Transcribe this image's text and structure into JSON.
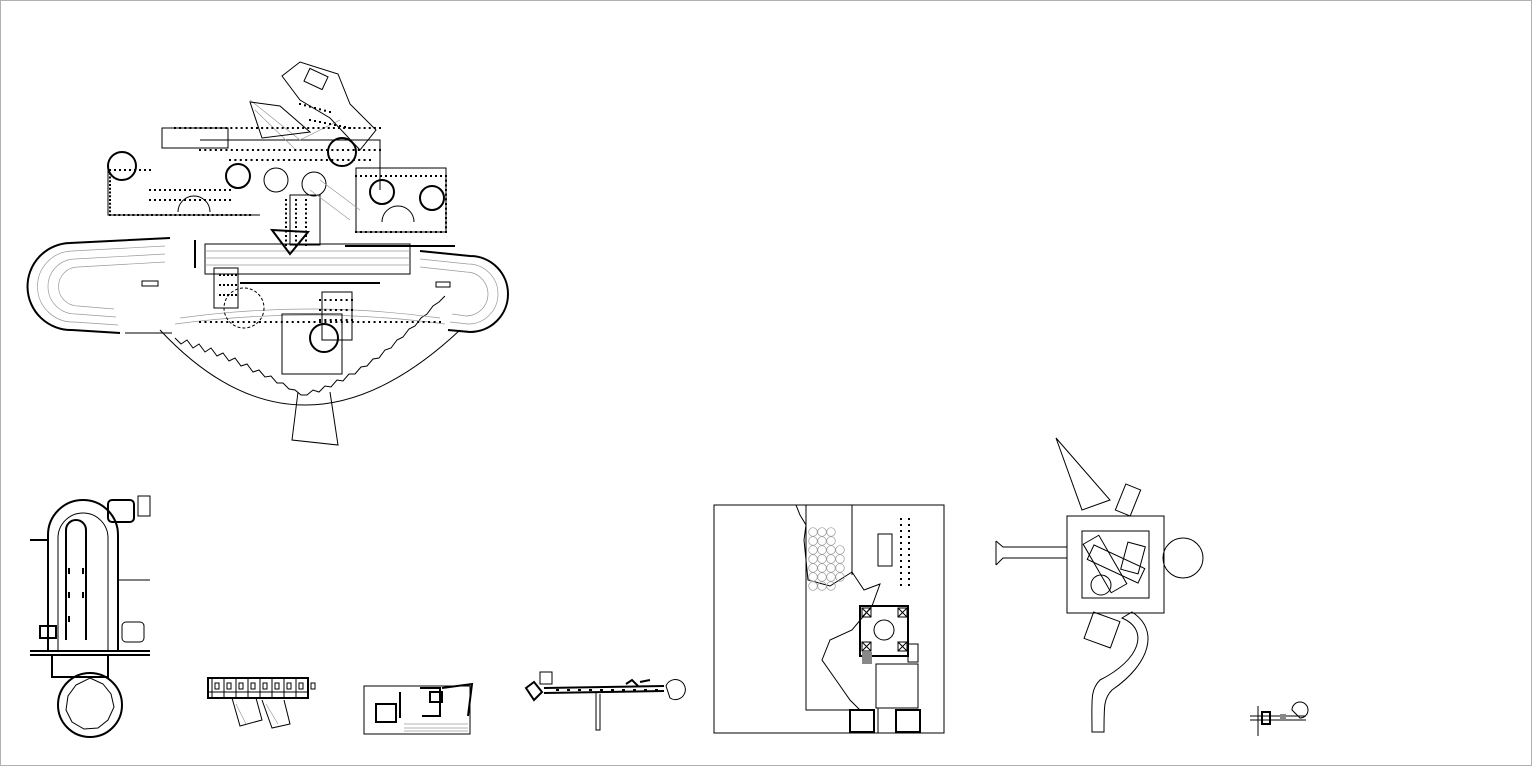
{
  "sheet": {
    "background": "#ffffff",
    "line_color": "#000000",
    "border_color": "#b0b0b0"
  },
  "drawings": [
    {
      "id": "villa-complex-plan",
      "kind": "site-plan"
    },
    {
      "id": "apsidal-basilica-plan",
      "kind": "floor-plan"
    },
    {
      "id": "row-houses-plan",
      "kind": "floor-plan"
    },
    {
      "id": "house-plan",
      "kind": "floor-plan"
    },
    {
      "id": "linear-corridor-plan",
      "kind": "floor-plan"
    },
    {
      "id": "garden-court-plan",
      "kind": "site-plan"
    },
    {
      "id": "cube-with-cone-plan",
      "kind": "site-plan"
    },
    {
      "id": "small-fragment-plan",
      "kind": "floor-plan"
    }
  ]
}
